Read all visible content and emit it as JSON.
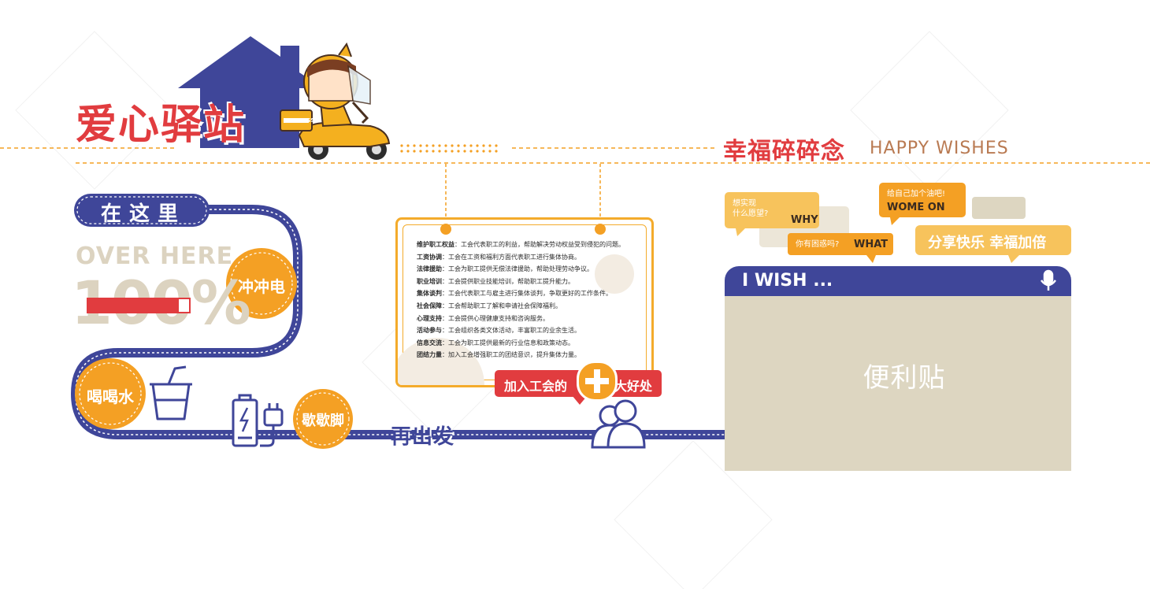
{
  "colors": {
    "red": "#e13c3f",
    "blue": "#3f4699",
    "orange": "#f4a024",
    "beige": "#ddd6c1",
    "brown": "#b97a52"
  },
  "left_section": {
    "title": "爱心驿站",
    "express_label": "EXPRESS",
    "pill_label": "在这里",
    "over_here": "OVER HERE",
    "battery_percent": "100%",
    "battery_level": 0.9,
    "stations": {
      "charge": "冲冲电",
      "drink": "喝喝水",
      "rest": "歇歇脚",
      "restart": "再出发"
    }
  },
  "notice_board": {
    "items": [
      {
        "term": "维护职工权益",
        "desc": "：工会代表职工的利益，帮助解决劳动权益受到侵犯的问题。"
      },
      {
        "term": "工资协调",
        "desc": "：工会在工资和福利方面代表职工进行集体协商。"
      },
      {
        "term": "法律援助",
        "desc": "：工会为职工提供无偿法律援助，帮助处理劳动争议。"
      },
      {
        "term": "职业培训",
        "desc": "：工会提供职业技能培训，帮助职工提升能力。"
      },
      {
        "term": "集体谈判",
        "desc": "：工会代表职工与雇主进行集体谈判，争取更好的工作条件。"
      },
      {
        "term": "社会保障",
        "desc": "：工会帮助职工了解和申请社会保障福利。"
      },
      {
        "term": "心理支持",
        "desc": "：工会提供心理健康支持和咨询服务。"
      },
      {
        "term": "活动参与",
        "desc": "：工会组织各类文体活动，丰富职工的业余生活。"
      },
      {
        "term": "信息交流",
        "desc": "：工会为职工提供最新的行业信息和政策动态。"
      },
      {
        "term": "团结力量",
        "desc": "：加入工会增强职工的团结意识，提升集体力量。"
      }
    ],
    "join_left": "加入工会的",
    "join_right": "大好处"
  },
  "wishes": {
    "title": "幸福碎碎念",
    "subtitle": "HAPPY WISHES",
    "bubble1_text": "想实现\n什么愿望?",
    "bubble1_tag": "WHY",
    "bubble2_text": "你有困惑吗?",
    "bubble2_tag": "WHAT",
    "bubble3_text": "给自己加个油吧!",
    "bubble3_tag": "WOME ON",
    "share": "分享快乐 幸福加倍",
    "wish_bar": "I WISH ...",
    "note": "便利贴",
    "icons": [
      "microphone-icon",
      "battery-icon",
      "plug-icon",
      "cup-icon",
      "people-icon",
      "house-icon"
    ]
  }
}
